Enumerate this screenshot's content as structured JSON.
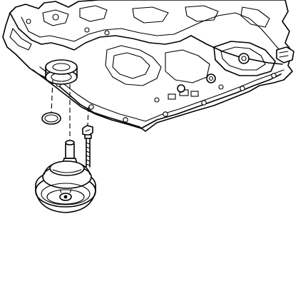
{
  "diagram": {
    "kind": "exploded-view line drawing",
    "background_color": "#ffffff",
    "line_color": "#000000",
    "parts": [
      {
        "name": "transmission-case"
      },
      {
        "name": "o-ring-seal"
      },
      {
        "name": "mounting-bolt"
      },
      {
        "name": "filter-assembly"
      }
    ]
  }
}
